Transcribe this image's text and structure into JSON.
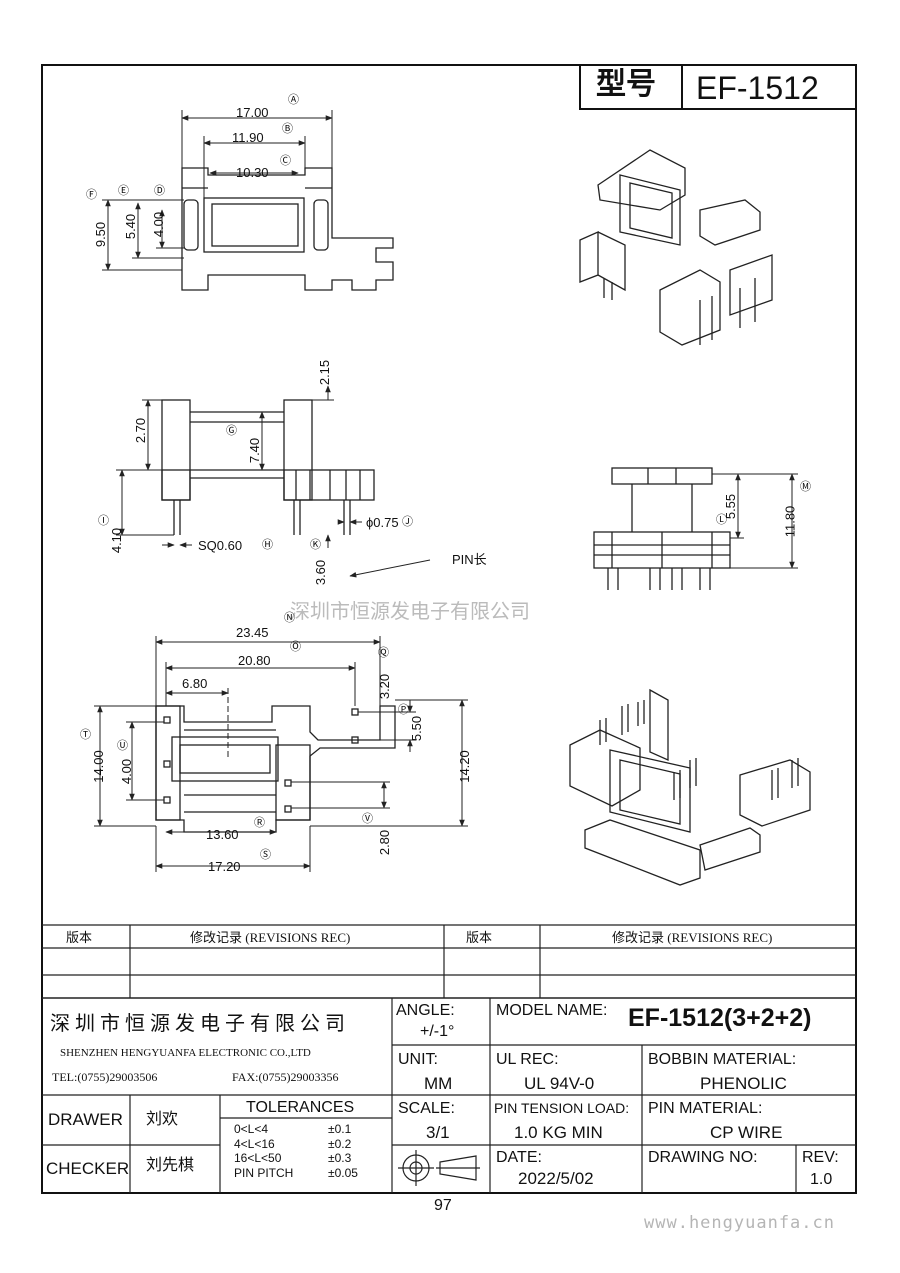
{
  "header": {
    "type_label": "型号",
    "model_code": "EF-1512"
  },
  "top_view": {
    "dims": {
      "A": "17.00",
      "B": "11.90",
      "C": "10.30",
      "D": "4.00",
      "E": "5.40",
      "F": "9.50"
    }
  },
  "side_view": {
    "dims": {
      "h215": "2.15",
      "G": "7.40",
      "h270": "2.70",
      "I": "4.10",
      "H": "SQ0.60",
      "J": "ϕ0.75",
      "K": "3.60"
    },
    "pin_note": "PIN长"
  },
  "end_view": {
    "dims": {
      "L": "5.55",
      "M": "11.80"
    }
  },
  "watermark_cn": "深圳市恒源发电子有限公司",
  "bottom_view": {
    "dims": {
      "N": "23.45",
      "O": "20.80",
      "n680": "6.80",
      "Q": "3.20",
      "P": "5.50",
      "T": "14.00",
      "U": "4.00",
      "h1420": "14.20",
      "R": "13.60",
      "S": "17.20",
      "V": "2.80"
    }
  },
  "revisions": {
    "col_version": "版本",
    "col_record": "修改记录 (REVISIONS REC)"
  },
  "company": {
    "name_cn": "深圳市恒源发电子有限公司",
    "name_en": "SHENZHEN HENGYUANFA ELECTRONIC CO.,LTD",
    "tel": "TEL:(0755)29003506",
    "fax": "FAX:(0755)29003356"
  },
  "people": {
    "drawer_label": "DRAWER",
    "drawer_name": "刘欢",
    "checker_label": "CHECKER",
    "checker_name": "刘先棋"
  },
  "tolerances": {
    "title": "TOLERANCES",
    "rows": [
      {
        "range": "0<L<4",
        "tol": "±0.1"
      },
      {
        "range": "4<L<16",
        "tol": "±0.2"
      },
      {
        "range": "16<L<50",
        "tol": "±0.3"
      },
      {
        "range": "PIN PITCH",
        "tol": "±0.05"
      }
    ]
  },
  "specs": {
    "angle_label": "ANGLE:",
    "angle_value": "+/-1°",
    "unit_label": "UNIT:",
    "unit_value": "MM",
    "scale_label": "SCALE:",
    "scale_value": "3/1",
    "model_label": "MODEL NAME:",
    "model_value": "EF-1512(3+2+2)",
    "ul_label": "UL REC:",
    "ul_value": "UL 94V-0",
    "bobbin_label": "BOBBIN MATERIAL:",
    "bobbin_value": "PHENOLIC",
    "tension_label": "PIN TENSION LOAD:",
    "tension_value": "1.0 KG MIN",
    "pin_mat_label": "PIN MATERIAL:",
    "pin_mat_value": "CP WIRE",
    "date_label": "DATE:",
    "date_value": "2022/5/02",
    "drawing_no_label": "DRAWING NO:",
    "drawing_no_value": "",
    "rev_label": "REV:",
    "rev_value": "1.0"
  },
  "page_number": "97",
  "footer_url": "www.hengyuanfa.cn"
}
